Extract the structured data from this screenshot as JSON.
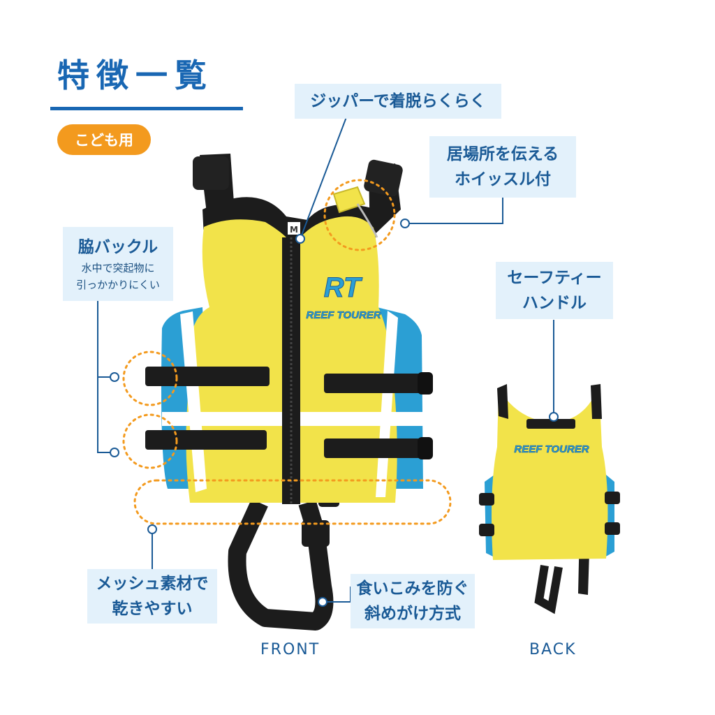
{
  "header": {
    "title": "特徴一覧",
    "badge": "こども用"
  },
  "callouts": {
    "zipper": "ジッパーで着脱らくらく",
    "whistle": [
      "居場所を伝える",
      "ホイッスル付"
    ],
    "side_buckle": {
      "title": "脇バックル",
      "desc": [
        "水中で突起物に",
        "引っかかりにくい"
      ]
    },
    "safety_handle": [
      "セーフティー",
      "ハンドル"
    ],
    "mesh": [
      "メッシュ素材で",
      "乾きやすい"
    ],
    "crotch_strap": [
      "食いこみを防ぐ",
      "斜めがけ方式"
    ]
  },
  "captions": {
    "front": "FRONT",
    "back": "BACK"
  },
  "product": {
    "brand": "REEF TOURER",
    "logo_mark": "RT",
    "size_label": "M"
  },
  "colors": {
    "title_blue": "#1967b3",
    "badge_orange": "#f39a1e",
    "callout_bg": "#e3f1fb",
    "vest_yellow": "#f2e34a",
    "vest_blue": "#2b9fd4",
    "strap_black": "#1c1c1c"
  }
}
